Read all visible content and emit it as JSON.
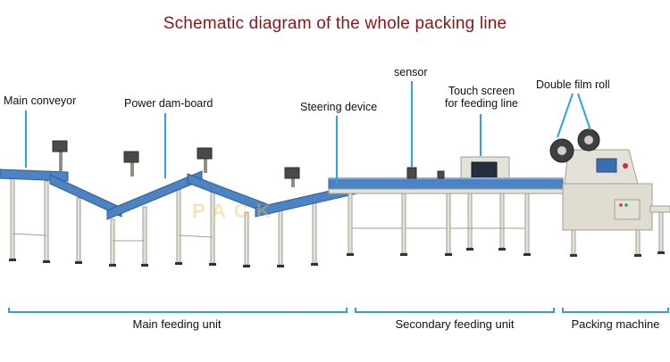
{
  "title": "Schematic diagram of the whole packing line",
  "callouts": {
    "main_conveyor": "Main conveyor",
    "power_dam_board": "Power dam-board",
    "steering_device": "Steering device",
    "sensor": "sensor",
    "touch_screen_line1": "Touch screen",
    "touch_screen_line2": "for feeding line",
    "double_film_roll": "Double film roll"
  },
  "sections": {
    "main_feeding_unit": "Main feeding unit",
    "secondary_feeding_unit": "Secondary feeding unit",
    "packing_machine": "Packing machine"
  },
  "watermark": "PACK",
  "colors": {
    "title": "#8c1616",
    "label": "#111111",
    "line": "#2fa3dc",
    "belt": "#4b83c3",
    "belt_edge": "#2f5e96",
    "belt_hi": "#7fb0e0",
    "frame": "#e3e1d8",
    "frame_edge": "#a39f94",
    "machine_body": "#e0dccf",
    "screen": "#24303e"
  }
}
